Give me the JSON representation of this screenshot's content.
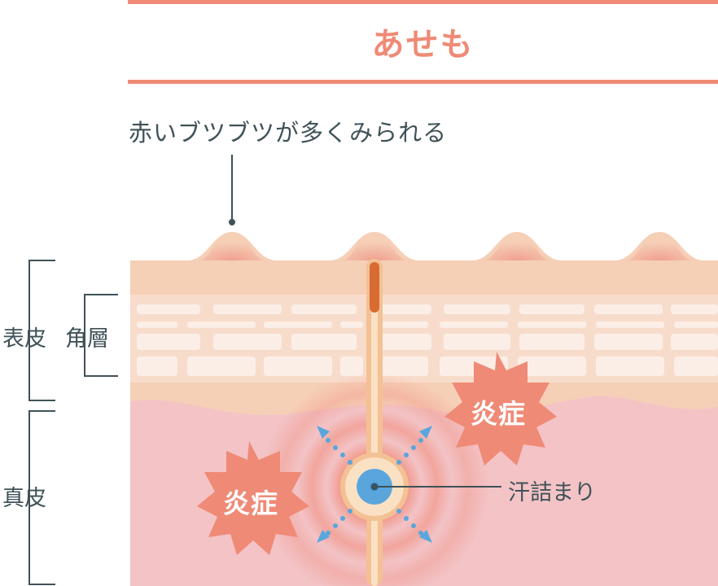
{
  "title": "あせも",
  "caption": "赤いブツブツが多くみられる",
  "labels": {
    "epidermis": "表皮",
    "stratum_corneum": "角層",
    "dermis": "真皮",
    "inflammation_1": "炎症",
    "inflammation_2": "炎症",
    "sweat_blockage": "汗詰まり"
  },
  "colors": {
    "accent": "#ef8a76",
    "text": "#3f5258",
    "epidermis": "#f6cfb7",
    "dermis": "#f3c3c6",
    "sweat": "#5aa6dc",
    "duct": "#f3c193",
    "duct_core": "#d86b31"
  }
}
